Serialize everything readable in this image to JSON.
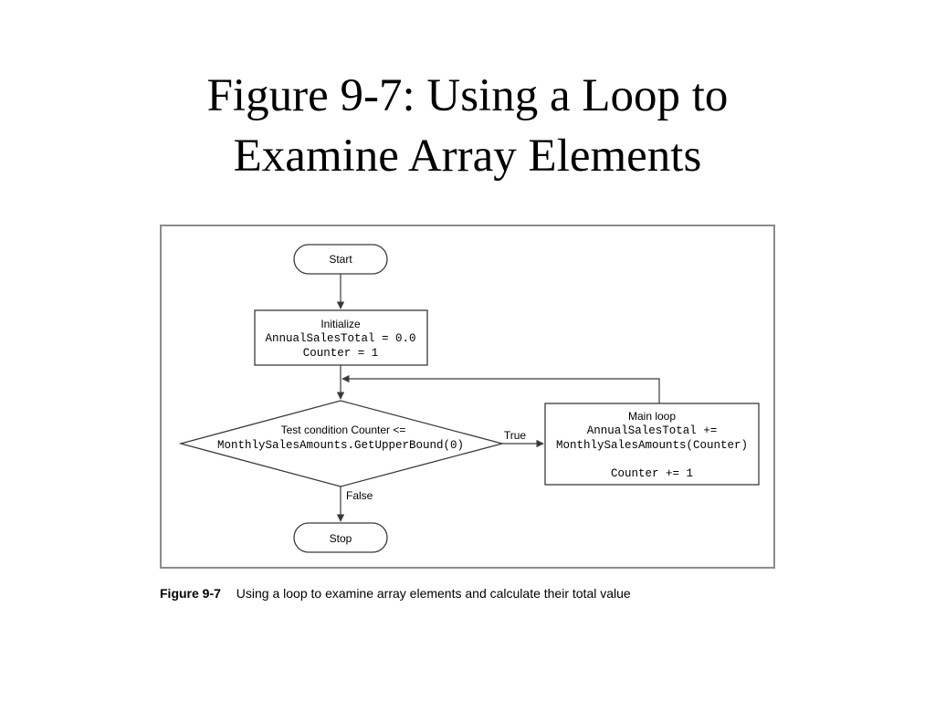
{
  "slide": {
    "title_line1": "Figure 9-7: Using a Loop to",
    "title_line2": "Examine Array Elements"
  },
  "flowchart": {
    "start": "Start",
    "initialize": {
      "line1": "Initialize",
      "line2": "AnnualSalesTotal = 0.0",
      "line3": "Counter = 1"
    },
    "decision": {
      "line1": "Test condition Counter <=",
      "line2": "MonthlySalesAmounts.GetUpperBound(0)"
    },
    "main_loop": {
      "line1": "Main loop",
      "line2": "AnnualSalesTotal +=",
      "line3": "MonthlySalesAmounts(Counter)",
      "line4": "Counter += 1"
    },
    "true_label": "True",
    "false_label": "False",
    "stop": "Stop"
  },
  "caption": {
    "label": "Figure 9-7",
    "text": "Using a loop to examine array elements and calculate their total value"
  }
}
